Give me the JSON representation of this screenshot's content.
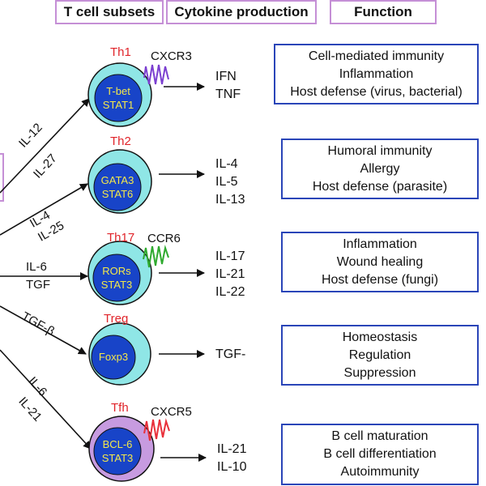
{
  "headers": {
    "subsets": "T cell subsets",
    "cytokines": "Cytokine production",
    "function": "Function"
  },
  "cells": [
    {
      "name": "Th1",
      "tf1": "T-bet",
      "tf2": "STAT1",
      "receptor": "CXCR3",
      "cytokines": [
        "IFN",
        "TNF"
      ],
      "functions": [
        "Cell-mediated immunity",
        "Inflammation",
        "Host defense (virus, bacterial)"
      ]
    },
    {
      "name": "Th2",
      "tf1": "GATA3",
      "tf2": "STAT6",
      "receptor": "",
      "cytokines": [
        "IL-4",
        "IL-5",
        "IL-13"
      ],
      "functions": [
        "Humoral immunity",
        "Allergy",
        "Host defense (parasite)"
      ]
    },
    {
      "name": "Th17",
      "tf1": "RORs",
      "tf2": "STAT3",
      "receptor": "CCR6",
      "cytokines": [
        "IL-17",
        "IL-21",
        "IL-22"
      ],
      "functions": [
        "Inflammation",
        "Wound healing",
        "Host defense (fungi)"
      ]
    },
    {
      "name": "Treg",
      "tf1": "Foxp3",
      "tf2": "",
      "receptor": "",
      "cytokines": [
        "TGF-"
      ],
      "functions": [
        "Homeostasis",
        "Regulation",
        "Suppression"
      ]
    },
    {
      "name": "Tfh",
      "tf1": "BCL-6",
      "tf2": "STAT3",
      "receptor": "CXCR5",
      "cytokines": [
        "IL-21",
        "IL-10"
      ],
      "functions": [
        "B cell maturation",
        "B cell differentiation",
        "Autoimmunity"
      ]
    }
  ],
  "signals": {
    "th1_a": "IL-12",
    "th1_b": "IL-27",
    "th2_a": "IL-4",
    "th2_b": "IL-25",
    "th17_a": "IL-6",
    "th17_b": "TGF",
    "treg_a": "TGF-β",
    "tfh_a": "IL-6",
    "tfh_b": "IL-21"
  },
  "colors": {
    "outer_cell": "#8fe6e6",
    "tfh_outer_cell": "#c79be0",
    "nucleus": "#1844c8",
    "tf_text": "#f4e84a",
    "cell_name": "#e0242a",
    "header_border": "#c58fd6",
    "function_border": "#2a45b8",
    "th1_receptor": "#7b3fd0",
    "th17_receptor": "#2faa2f",
    "tfh_receptor": "#e8303a"
  }
}
